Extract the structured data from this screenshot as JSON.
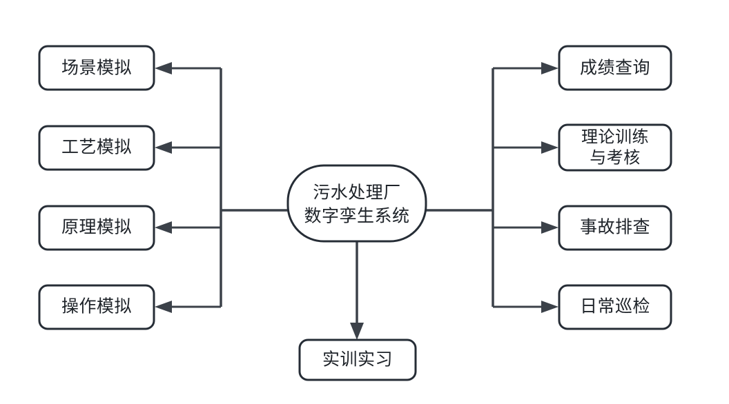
{
  "diagram": {
    "title": "污水处理厂数字孪生系统",
    "type": "flowchart",
    "background_color": "#ffffff",
    "stroke_color": "#262d36",
    "edge_color": "#3b4149",
    "text_color": "#1d2228",
    "center": {
      "id": "center-node",
      "line1": "污水处理厂",
      "line2": "数字孪生系统"
    },
    "left_branch": {
      "items": [
        {
          "id": "scene-simulation",
          "label": "场景模拟"
        },
        {
          "id": "process-simulation",
          "label": "工艺模拟"
        },
        {
          "id": "principle-simulation",
          "label": "原理模拟"
        },
        {
          "id": "operation-simulation",
          "label": "操作模拟"
        }
      ]
    },
    "right_branch": {
      "items": [
        {
          "id": "score-query",
          "label": "成绩查询",
          "line1": "成绩查询",
          "line2": ""
        },
        {
          "id": "theory-training",
          "label": "理论训练与考核",
          "line1": "理论训练",
          "line2": "与考核"
        },
        {
          "id": "accident-investigation",
          "label": "事故排查",
          "line1": "事故排查",
          "line2": ""
        },
        {
          "id": "daily-inspection",
          "label": "日常巡检",
          "line1": "日常巡检",
          "line2": ""
        }
      ]
    },
    "bottom_branch": {
      "items": [
        {
          "id": "practical-training",
          "label": "实训实习"
        }
      ]
    }
  }
}
